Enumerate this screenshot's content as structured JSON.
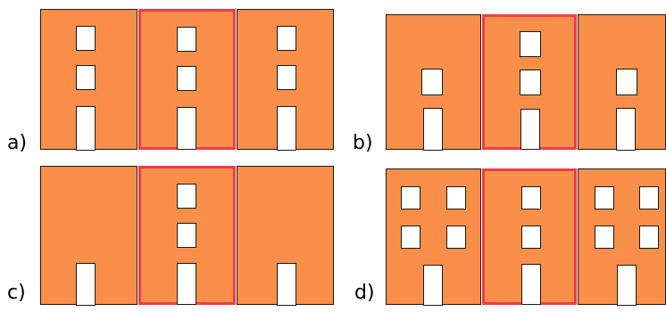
{
  "colors": {
    "facade": "#FA8F4A",
    "highlight": "#EE3D4A",
    "outline": "#1a1a1a",
    "window": "#FFFFFF"
  },
  "panels": [
    {
      "label": "a)"
    },
    {
      "label": "b)"
    },
    {
      "label": "c)"
    },
    {
      "label": "d)"
    }
  ]
}
